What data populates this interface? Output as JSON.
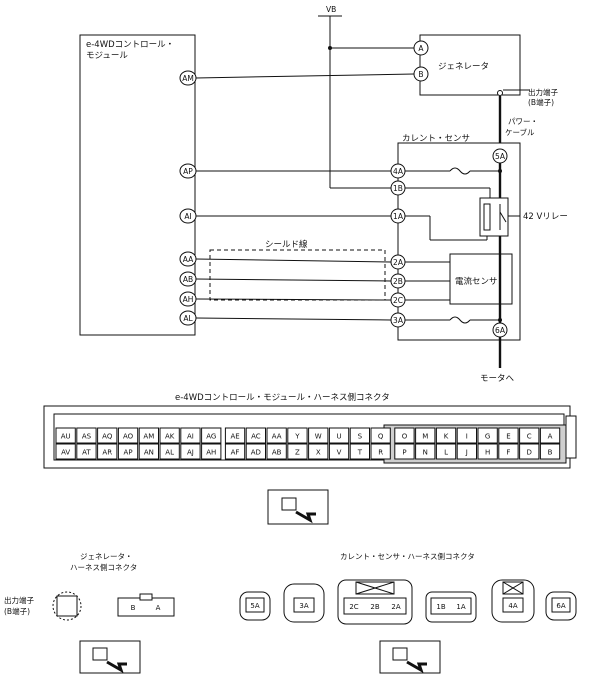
{
  "diagram": {
    "vb_label": "VB",
    "module_title": [
      "e-4WDコントロール・",
      "モジュール"
    ],
    "generator_label": "ジェネレータ",
    "output_terminal": [
      "出力端子",
      "(B端子)"
    ],
    "power_cable": [
      "パワー・",
      "ケーブル"
    ],
    "current_sensor": "カレント・センサ",
    "relay_label": "42 Vリレー",
    "shield_label": "シールド線",
    "current_sensor_inner": "電流センサ",
    "to_motor": "モータへ",
    "module_pins": [
      "AM",
      "AP",
      "AI",
      "AA",
      "AB",
      "AH",
      "AL"
    ],
    "generator_pins": [
      "A",
      "B"
    ],
    "sensor_pins": [
      "5A",
      "4A",
      "1B",
      "1A",
      "2A",
      "2B",
      "2C",
      "3A",
      "6A"
    ]
  },
  "harness": {
    "title": "e-4WDコントロール・モジュール・ハーネス側コネクタ",
    "row1": [
      "AU",
      "AS",
      "AQ",
      "AO",
      "AM",
      "AK",
      "AI",
      "AG",
      "AE",
      "AC",
      "AA",
      "Y",
      "W",
      "U",
      "S",
      "Q",
      "O",
      "M",
      "K",
      "I",
      "G",
      "E",
      "C",
      "A"
    ],
    "row2": [
      "AV",
      "AT",
      "AR",
      "AP",
      "AN",
      "AL",
      "AJ",
      "AH",
      "AF",
      "AD",
      "AB",
      "Z",
      "X",
      "V",
      "T",
      "R",
      "P",
      "N",
      "L",
      "J",
      "H",
      "F",
      "D",
      "B"
    ]
  },
  "generator_connector": {
    "title": [
      "ジェネレータ・",
      "ハーネス側コネクタ"
    ],
    "output_label": [
      "出力端子",
      "(B端子)"
    ],
    "pins": [
      "B",
      "A"
    ]
  },
  "sensor_connector": {
    "title": "カレント・センサ・ハーネス側コネクタ",
    "c1": [
      "5A"
    ],
    "c2": [
      "3A"
    ],
    "c3": [
      "2C",
      "2B",
      "2A"
    ],
    "c4": [
      "1B",
      "1A"
    ],
    "c5": [
      "4A"
    ],
    "c6": [
      "6A"
    ]
  }
}
